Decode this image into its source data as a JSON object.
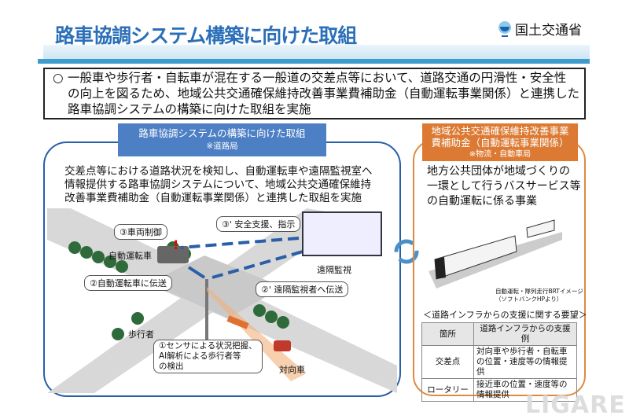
{
  "header": {
    "title": "路車協調システム構築に向けた取組",
    "ministry": "国土交通省"
  },
  "summary": {
    "bullet": "○",
    "lines": [
      "一般車や歩行者・自転車が混在する一般道の交差点等において、道路交通の円滑性・安全性",
      "の向上を図るため、地域公共交通確保維持改善事業費補助金（自動運転事業関係）と連携した",
      "路車協調システムの構築に向けた取組を実施"
    ]
  },
  "left": {
    "title": "路車協調システムの構築に向けた取組",
    "subtitle": "※道路局",
    "text": [
      "交差点等における道路状況を検知し、自動運転車や遠隔監視室へ",
      "情報提供する路車協調システムについて、地域公共交通確保維持",
      "改善事業費補助金（自動運転事業関係）と連携した取組を実施"
    ],
    "diagram": {
      "step3": "③車両制御",
      "step3p": "③' 安全支援、指示",
      "step2": "②自動運転車に伝送",
      "step2p": "②' 遠隔監視者へ伝送",
      "step1": [
        "①センサによる状況把握、",
        "AI解析による歩行者等",
        "の検出"
      ],
      "bus": "自動運転車",
      "monitor": "遠隔監視",
      "pedestrian": "歩行者",
      "oncoming": "対向車",
      "alert": "!"
    }
  },
  "right": {
    "title": [
      "地域公共交通確保維持改善事業",
      "費補助金（自動運転事業関係）"
    ],
    "subtitle": "※物流・自動車局",
    "text": [
      "地方公共団体が地域づくりの",
      "一環として行うバスサービス等",
      "の自動運転に係る事業"
    ],
    "caption": [
      "自動運転・隊列走行BRTイメージ",
      "（ソフトバンクHPより）"
    ],
    "table_title": "＜道路インフラからの支援に関する要望＞",
    "table": {
      "headers": [
        "箇所",
        "道路インフラからの支援例"
      ],
      "rows": [
        [
          "交差点",
          "対向車や歩行者・自転車の位置・速度等の情報提供"
        ],
        [
          "ロータリー",
          "接近車の位置・速度等の情報提供"
        ]
      ]
    }
  },
  "watermark": "LIGARE",
  "colors": {
    "title": "#2a6fb8",
    "left_accent": "#4d7fc4",
    "right_accent": "#dc7a33"
  }
}
